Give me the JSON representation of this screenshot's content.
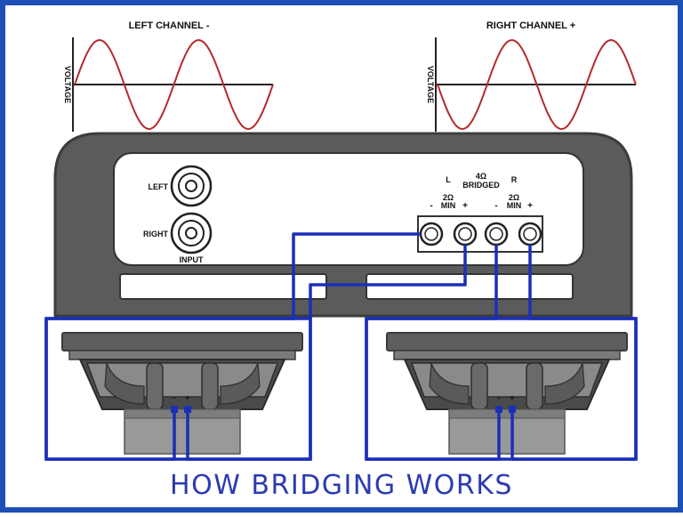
{
  "waveforms": {
    "left": {
      "title": "LEFT CHANNEL -",
      "axis_label": "VOLTAGE",
      "phase": "starts-rising"
    },
    "right": {
      "title": "RIGHT CHANNEL +",
      "axis_label": "VOLTAGE",
      "phase": "starts-falling"
    }
  },
  "amplifier": {
    "input_left_label": "LEFT",
    "input_right_label": "RIGHT",
    "input_caption": "INPUT",
    "channel_l_label": "L",
    "channel_r_label": "R",
    "bridged_label": "4Ω",
    "bridged_sub": "BRIDGED",
    "left_min_top": "2Ω",
    "left_min_bottom": "MIN",
    "right_min_top": "2Ω",
    "right_min_bottom": "MIN",
    "term_left_neg": "-",
    "term_left_pos": "+",
    "term_right_neg": "-",
    "term_right_pos": "+"
  },
  "speakers": {
    "left": {
      "neg": "-",
      "pos": "+"
    },
    "right": {
      "neg": "-",
      "pos": "+"
    }
  },
  "caption": "HOW BRIDGING WORKS",
  "colors": {
    "frame": "#1e4fb4",
    "wire": "#1a2fb8",
    "wave": "#b52a2a",
    "amp_body": "#5b5b5b",
    "panel": "#ffffff",
    "caption": "#2b3bb0"
  }
}
